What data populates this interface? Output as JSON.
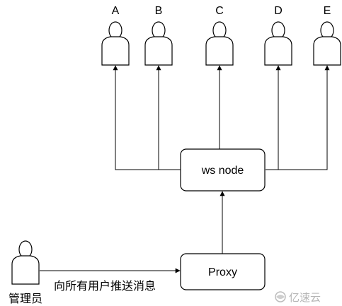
{
  "users": [
    {
      "label": "A"
    },
    {
      "label": "B"
    },
    {
      "label": "C"
    },
    {
      "label": "D"
    },
    {
      "label": "E"
    }
  ],
  "admin": {
    "label": "管理员"
  },
  "nodes": {
    "ws_node": "ws node",
    "proxy": "Proxy"
  },
  "edge_label": "向所有用户推送消息",
  "watermark": {
    "text": "亿速云"
  }
}
